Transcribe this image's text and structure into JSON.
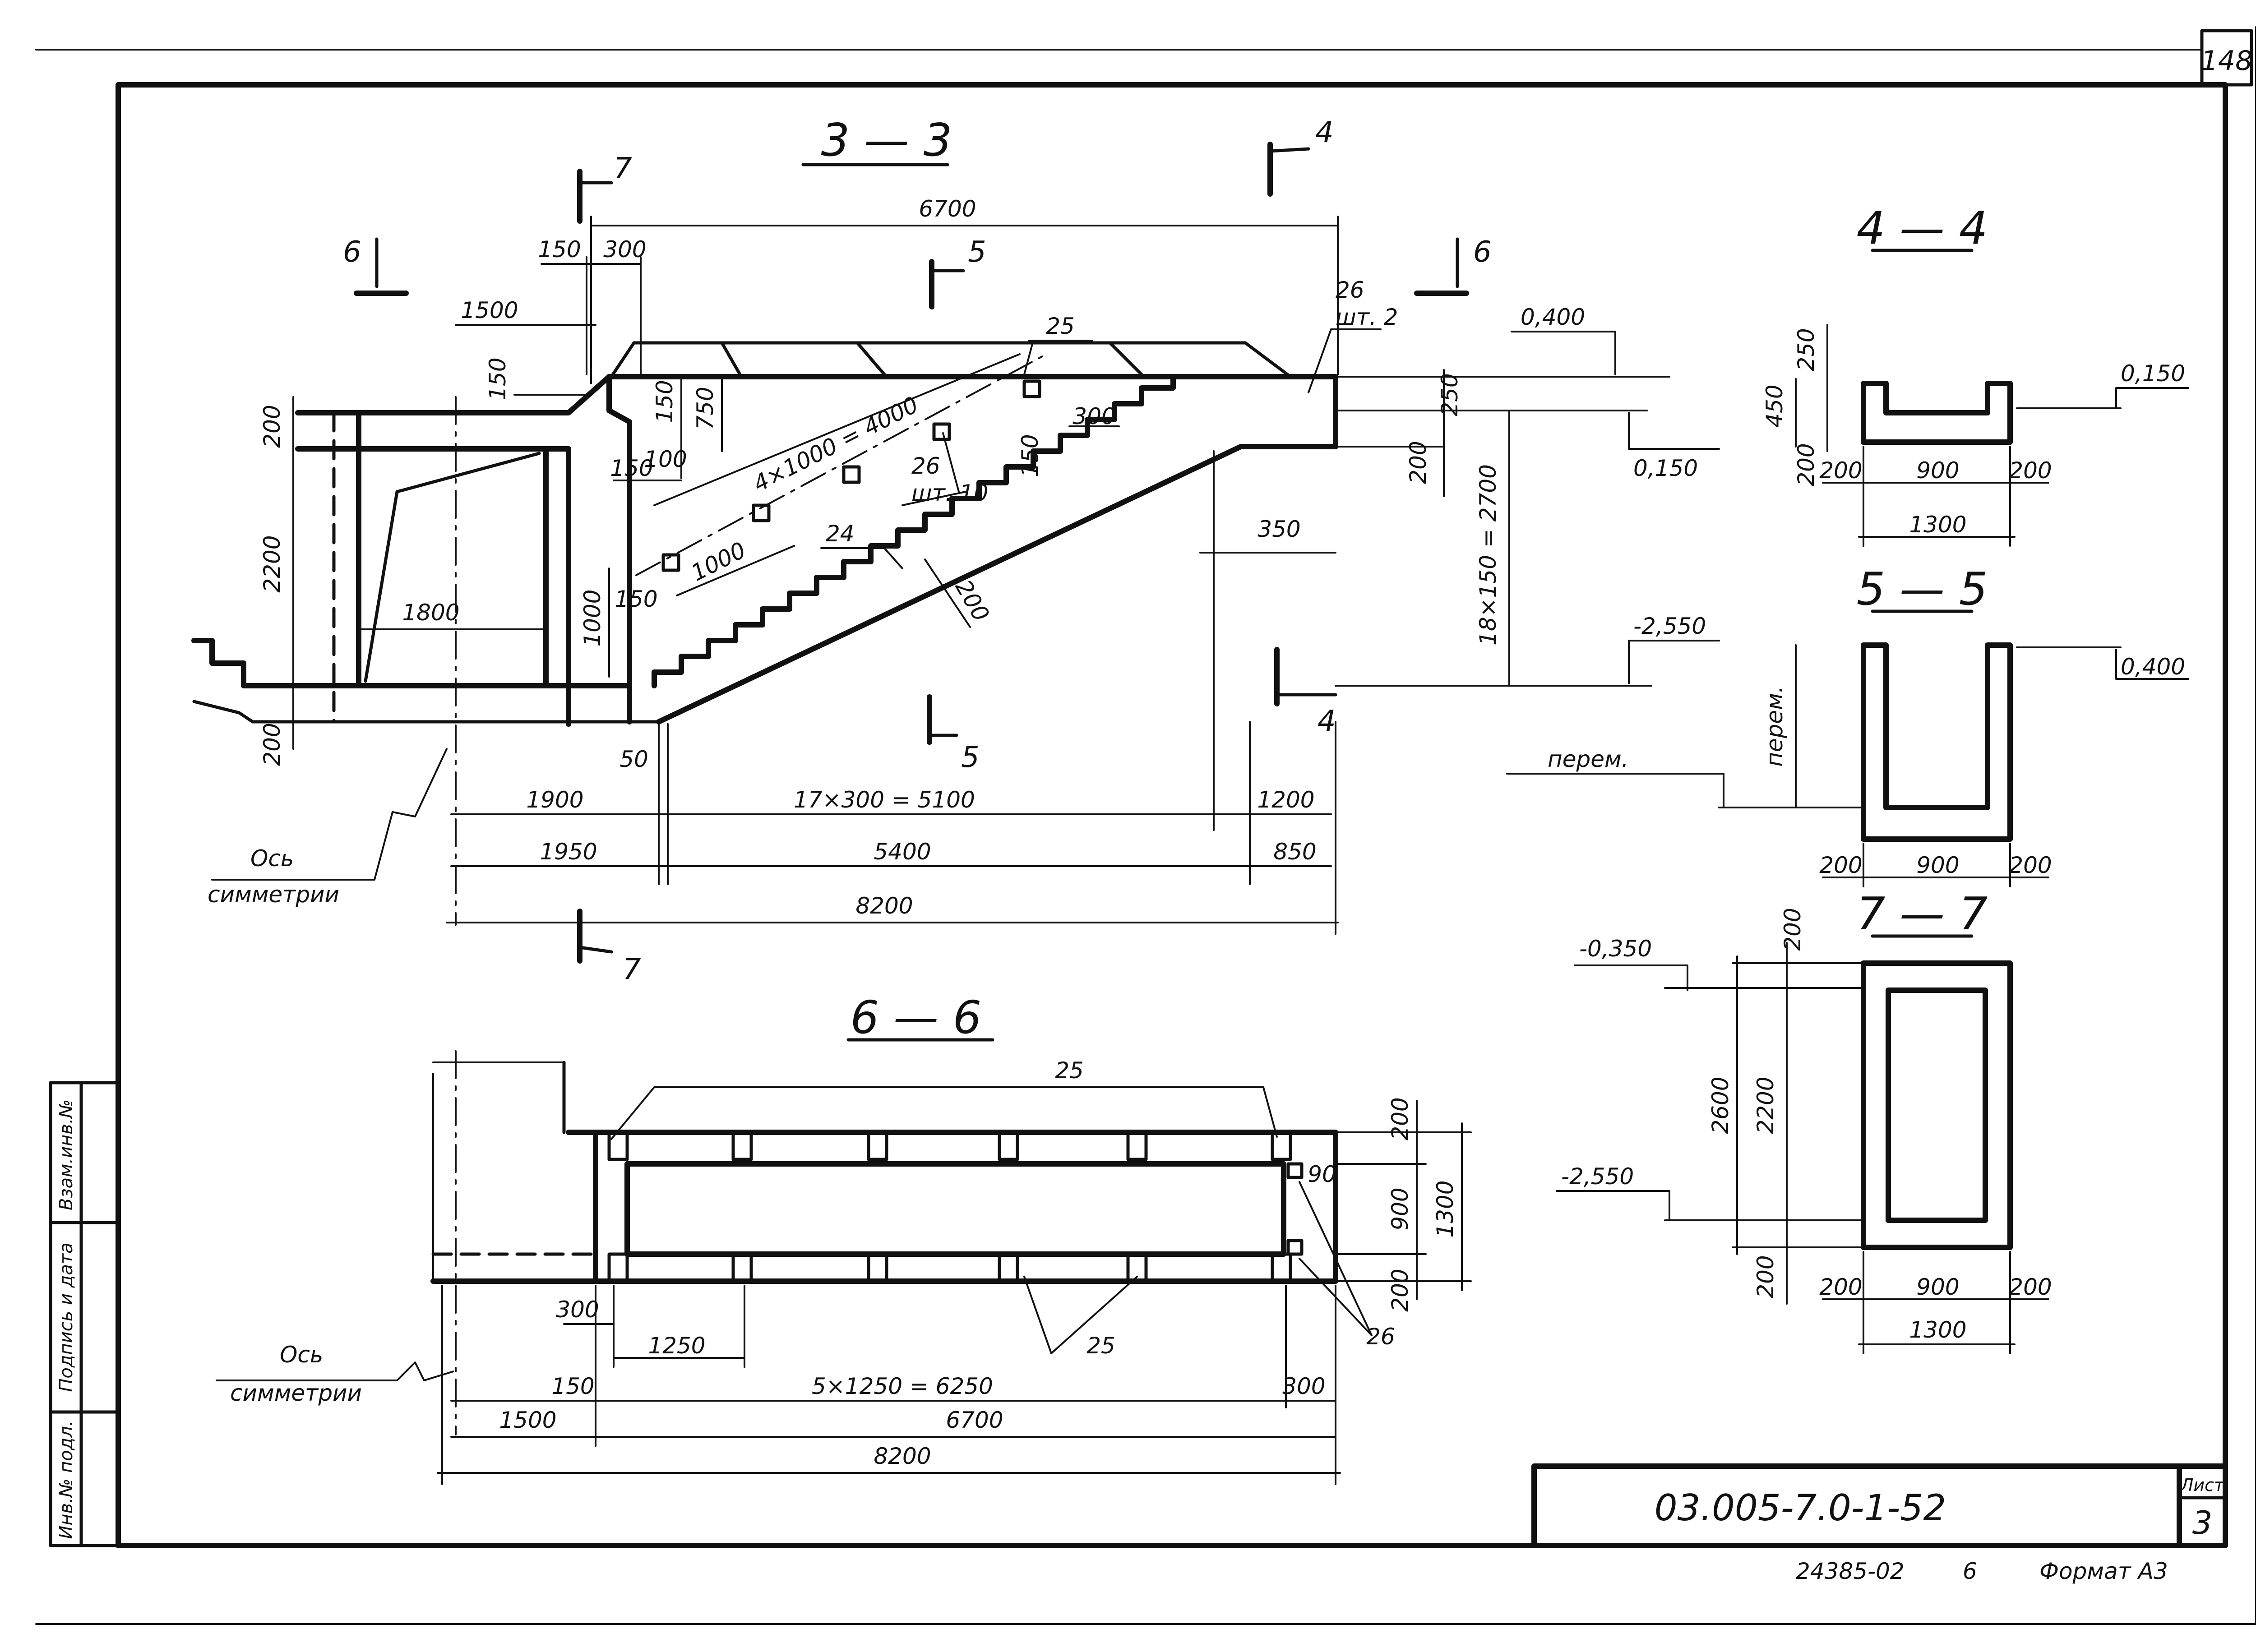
{
  "sheet": {
    "page_number": "148",
    "doc_code": "03.005-7.0-1-52",
    "sheet_label": "Лист",
    "sheet_number": "3",
    "bottom_code": "24385-02",
    "bottom_num": "6",
    "format": "Формат А3",
    "side_stamp": [
      "Взам.инв.№",
      "Подпись и дата",
      "Инв.№ подл."
    ]
  },
  "section_33": {
    "title": "3 — 3",
    "cut_labels": [
      "7",
      "7",
      "6",
      "6",
      "5",
      "5",
      "4",
      "4"
    ],
    "dims_top": [
      "6700",
      "150",
      "300",
      "1500",
      "150",
      "150",
      "750",
      "25",
      "26",
      "шт. 2"
    ],
    "dims_mid": [
      "4×1000 = 4000",
      "26",
      "шт. 10",
      "1000",
      "24",
      "200",
      "300",
      "150",
      "150",
      "100",
      "350",
      "200",
      "250"
    ],
    "dims_left": [
      "200",
      "2200",
      "1800",
      "1000",
      "150",
      "200"
    ],
    "dims_bottom": [
      "50",
      "1900",
      "17×300 = 5100",
      "1200",
      "1950",
      "5400",
      "850",
      "8200"
    ],
    "dims_right": [
      "18×150 = 2700"
    ],
    "levels": [
      "0,400",
      "0,150",
      "-2,550"
    ],
    "axis": [
      "Ось",
      "симметрии"
    ]
  },
  "section_44": {
    "title": "4 — 4",
    "dims": [
      "250",
      "450",
      "200",
      "200",
      "900",
      "200",
      "1300"
    ],
    "level": "0,150"
  },
  "section_55": {
    "title": "5 — 5",
    "level": "0,400",
    "var_label": "перем.",
    "var_label2": "перем.",
    "dims": [
      "200",
      "900",
      "200"
    ]
  },
  "section_77": {
    "title": "7 — 7",
    "levels": [
      "-0,350",
      "-2,550"
    ],
    "dims": [
      "200",
      "2600",
      "2200",
      "200",
      "200",
      "900",
      "200",
      "1300"
    ]
  },
  "section_66": {
    "title": "6 — 6",
    "dims": [
      "25",
      "200",
      "90",
      "900",
      "1300",
      "200",
      "300",
      "1250",
      "25",
      "26",
      "150",
      "5×1250 = 6250",
      "300",
      "1500",
      "6700",
      "8200"
    ],
    "axis": [
      "Ось",
      "симметрии"
    ]
  }
}
